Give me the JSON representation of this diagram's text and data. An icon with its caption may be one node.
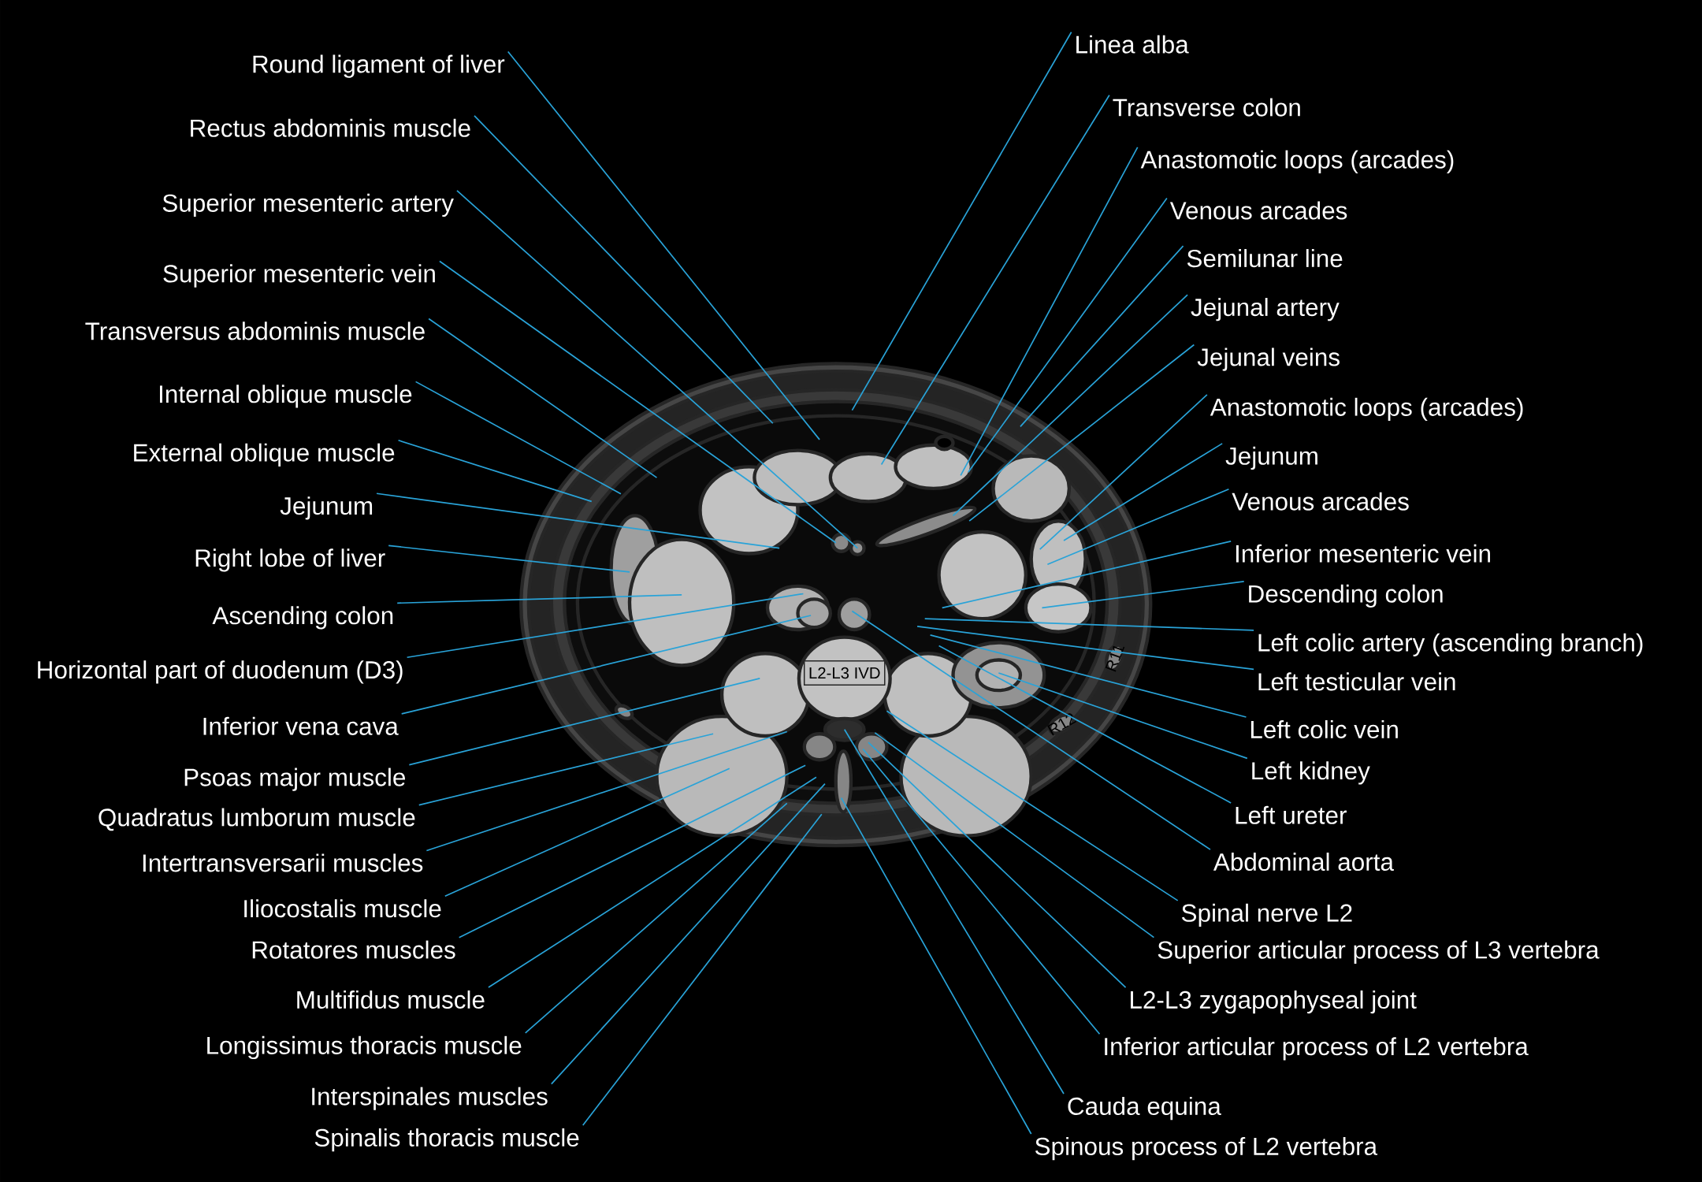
{
  "diagram": {
    "nodes": [
      {
        "text": [
          "Round ligament of liver"
        ]
      },
      {
        "text": [
          "Rectus abdominis muscle"
        ]
      },
      {
        "text": [
          "Superior mesenteric artery"
        ]
      },
      {
        "text": [
          "Superior mesenteric vein"
        ]
      },
      {
        "text": [
          "Transversus abdominis muscle"
        ]
      },
      {
        "text": [
          "Internal oblique muscle"
        ]
      },
      {
        "text": [
          "External oblique muscle"
        ]
      },
      {
        "text": [
          "Jejunum"
        ]
      },
      {
        "text": [
          "Right lobe of liver"
        ]
      },
      {
        "text": [
          "Ascending colon"
        ]
      },
      {
        "text": [
          "Horizontal part of duodenum (D3)"
        ]
      },
      {
        "text": [
          "Inferior vena cava"
        ]
      },
      {
        "text": [
          "Psoas major muscle"
        ]
      },
      {
        "text": [
          "Quadratus lumborum muscle"
        ]
      },
      {
        "text": [
          "Intertransversarii muscles"
        ]
      },
      {
        "text": [
          "Iliocostalis muscle"
        ]
      },
      {
        "text": [
          "Rotatores muscles"
        ]
      },
      {
        "text": [
          "Multifidus muscle"
        ]
      },
      {
        "text": [
          "Longissimus thoracis muscle"
        ]
      },
      {
        "text": [
          "Interspinales muscles"
        ]
      },
      {
        "text": [
          "Spinalis thoracis muscle"
        ]
      },
      {
        "text": [
          "Linea alba"
        ]
      },
      {
        "text": [
          "Transverse colon"
        ]
      },
      {
        "text": [
          "Anastomotic loops (arcades)"
        ]
      },
      {
        "text": [
          "Venous arcades"
        ]
      },
      {
        "text": [
          "Semilunar line"
        ]
      },
      {
        "text": [
          "Jejunal artery"
        ]
      },
      {
        "text": [
          "Jejunal veins"
        ]
      },
      {
        "text": [
          "Anastomotic loops (arcades)"
        ]
      },
      {
        "text": [
          "Jejunum"
        ]
      },
      {
        "text": [
          "Venous arcades"
        ]
      },
      {
        "text": [
          "Inferior mesenteric vein"
        ]
      },
      {
        "text": [
          "Descending colon"
        ]
      },
      {
        "text": [
          "Left colic artery (ascending branch)"
        ]
      },
      {
        "text": [
          "Left testicular vein"
        ]
      },
      {
        "text": [
          "Left colic vein"
        ]
      },
      {
        "text": [
          "Left kidney"
        ]
      },
      {
        "text": [
          "Left ureter"
        ]
      },
      {
        "text": [
          "Abdominal aorta"
        ]
      },
      {
        "text": [
          "Spinal nerve L2"
        ]
      },
      {
        "text": [
          "Superior articular process of L3 vertebra"
        ]
      },
      {
        "text": [
          "L2-L3 zygapophyseal joint"
        ]
      },
      {
        "text": [
          "Inferior articular process of L2 vertebra"
        ]
      },
      {
        "text": [
          "Cauda equina"
        ]
      },
      {
        "text": [
          "Spinous process of L2 vertebra"
        ]
      }
    ],
    "edges": [
      {
        "from": 0,
        "to": null,
        "arrow": "none"
      },
      {
        "from": 1,
        "to": null,
        "arrow": "none"
      },
      {
        "from": 2,
        "to": null,
        "arrow": "none"
      },
      {
        "from": 3,
        "to": null,
        "arrow": "none"
      },
      {
        "from": 4,
        "to": null,
        "arrow": "none"
      },
      {
        "from": 5,
        "to": null,
        "arrow": "none"
      },
      {
        "from": 6,
        "to": null,
        "arrow": "none"
      },
      {
        "from": 7,
        "to": null,
        "arrow": "none"
      },
      {
        "from": 8,
        "to": null,
        "arrow": "none"
      },
      {
        "from": 9,
        "to": null,
        "arrow": "none"
      },
      {
        "from": 10,
        "to": null,
        "arrow": "none"
      },
      {
        "from": 11,
        "to": null,
        "arrow": "none"
      },
      {
        "from": 12,
        "to": null,
        "arrow": "none"
      },
      {
        "from": 13,
        "to": null,
        "arrow": "none"
      },
      {
        "from": 14,
        "to": null,
        "arrow": "none"
      },
      {
        "from": 15,
        "to": null,
        "arrow": "none"
      },
      {
        "from": 16,
        "to": null,
        "arrow": "none"
      },
      {
        "from": 17,
        "to": null,
        "arrow": "none"
      },
      {
        "from": 18,
        "to": null,
        "arrow": "none"
      },
      {
        "from": 19,
        "to": null,
        "arrow": "none"
      },
      {
        "from": 20,
        "to": null,
        "arrow": "none"
      },
      {
        "from": 21,
        "to": null,
        "arrow": "none"
      },
      {
        "from": 22,
        "to": null,
        "arrow": "none"
      },
      {
        "from": 23,
        "to": null,
        "arrow": "none"
      },
      {
        "from": 24,
        "to": null,
        "arrow": "none"
      },
      {
        "from": 25,
        "to": null,
        "arrow": "none"
      },
      {
        "from": 26,
        "to": null,
        "arrow": "none"
      },
      {
        "from": 27,
        "to": null,
        "arrow": "none"
      },
      {
        "from": 28,
        "to": null,
        "arrow": "none"
      },
      {
        "from": 29,
        "to": null,
        "arrow": "none"
      },
      {
        "from": 30,
        "to": null,
        "arrow": "none"
      },
      {
        "from": 31,
        "to": null,
        "arrow": "none"
      },
      {
        "from": 32,
        "to": null,
        "arrow": "none"
      },
      {
        "from": 33,
        "to": null,
        "arrow": "none"
      },
      {
        "from": 34,
        "to": null,
        "arrow": "none"
      },
      {
        "from": 35,
        "to": null,
        "arrow": "none"
      },
      {
        "from": 36,
        "to": null,
        "arrow": "none"
      },
      {
        "from": 37,
        "to": null,
        "arrow": "none"
      },
      {
        "from": 38,
        "to": null,
        "arrow": "none"
      },
      {
        "from": 39,
        "to": null,
        "arrow": "none"
      },
      {
        "from": 40,
        "to": null,
        "arrow": "none"
      },
      {
        "from": 41,
        "to": null,
        "arrow": "none"
      },
      {
        "from": 42,
        "to": null,
        "arrow": "none"
      },
      {
        "from": 43,
        "to": null,
        "arrow": "none"
      },
      {
        "from": 44,
        "to": null,
        "arrow": "none"
      }
    ],
    "labels": [
      "L2-L3 IVD",
      "R11",
      "R12"
    ]
  }
}
